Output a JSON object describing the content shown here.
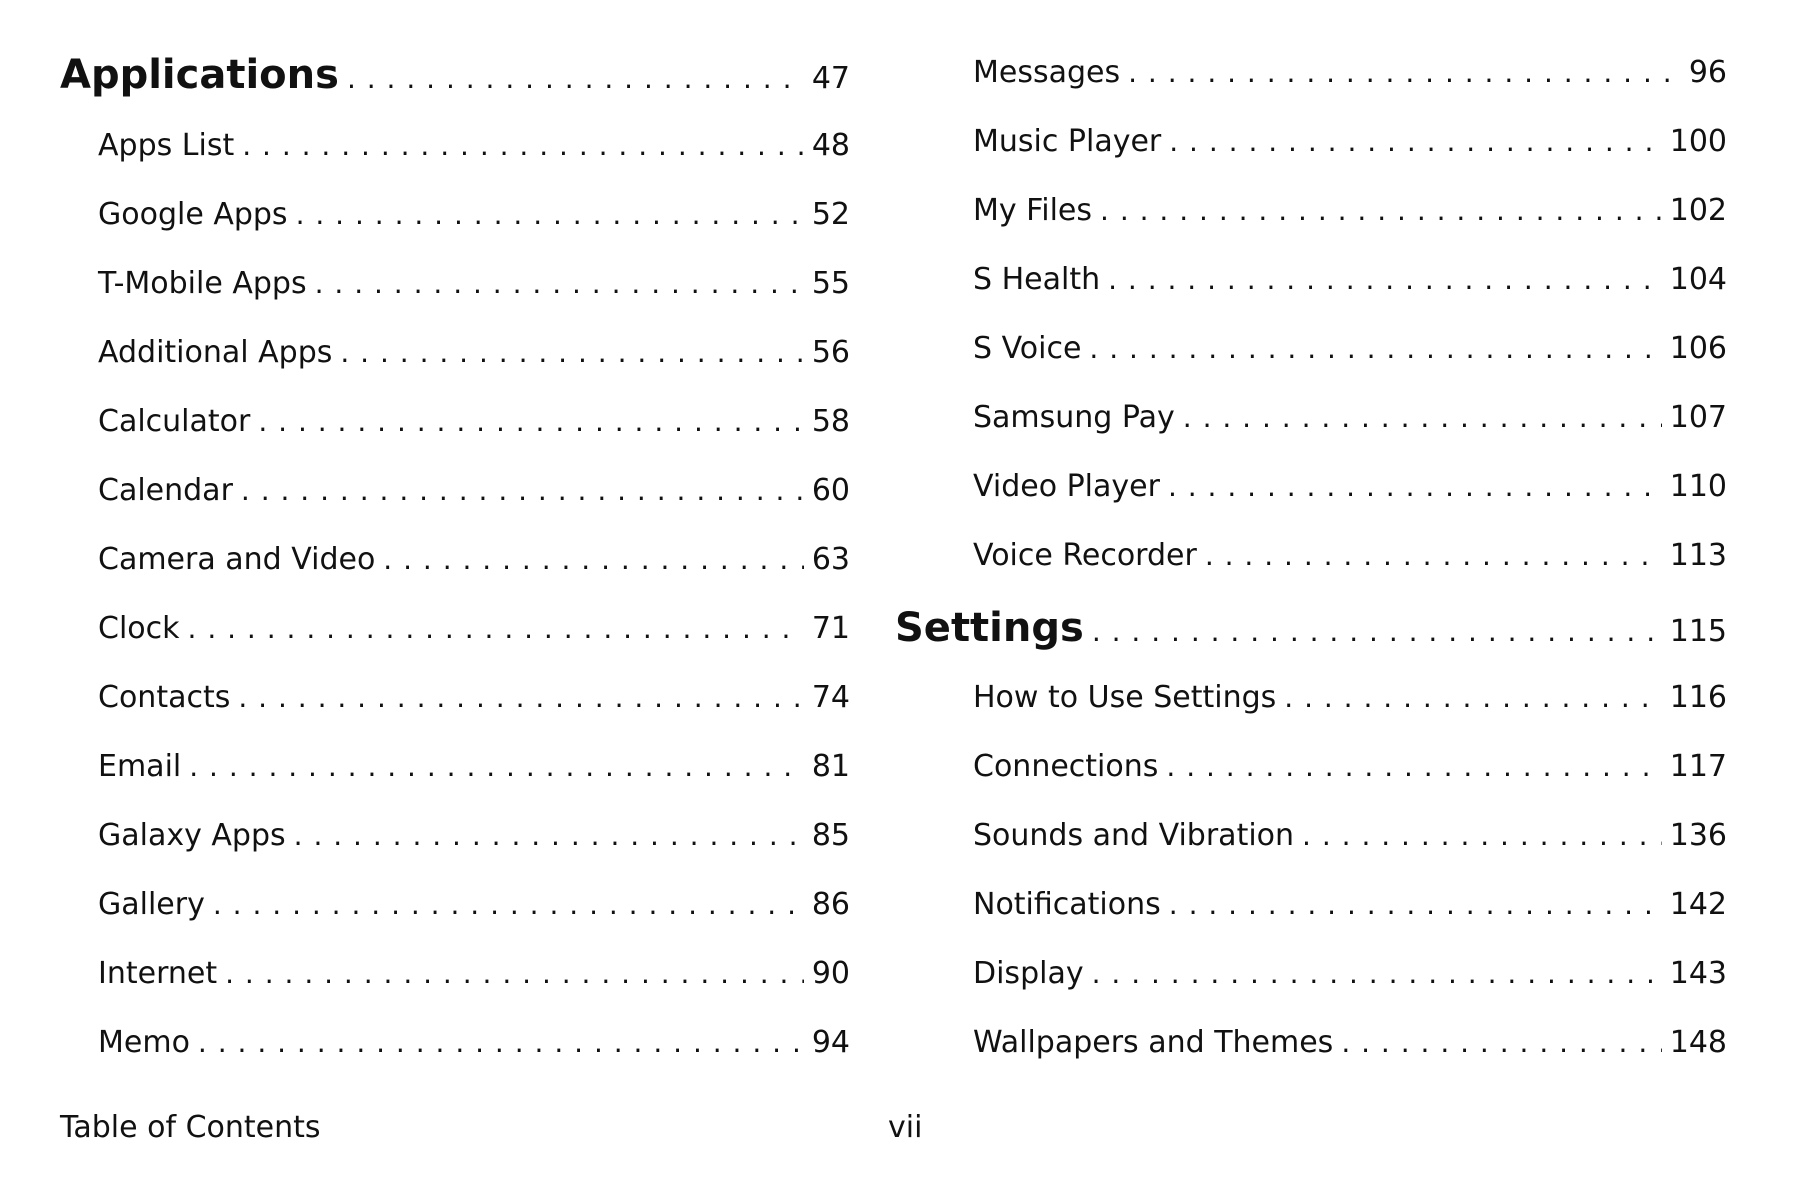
{
  "left_column": {
    "heading": {
      "label": "Applications",
      "page": "47"
    },
    "items": [
      {
        "label": "Apps List",
        "page": "48"
      },
      {
        "label": "Google Apps",
        "page": "52"
      },
      {
        "label": "T-Mobile Apps",
        "page": "55"
      },
      {
        "label": "Additional Apps",
        "page": "56"
      },
      {
        "label": "Calculator",
        "page": "58"
      },
      {
        "label": "Calendar",
        "page": "60"
      },
      {
        "label": "Camera and Video",
        "page": "63"
      },
      {
        "label": "Clock",
        "page": "71"
      },
      {
        "label": "Contacts",
        "page": "74"
      },
      {
        "label": "Email",
        "page": "81"
      },
      {
        "label": "Galaxy Apps",
        "page": "85"
      },
      {
        "label": "Gallery",
        "page": "86"
      },
      {
        "label": "Internet",
        "page": "90"
      },
      {
        "label": "Memo",
        "page": "94"
      }
    ]
  },
  "right_column": {
    "items_top": [
      {
        "label": "Messages",
        "page": "96"
      },
      {
        "label": "Music Player",
        "page": "100"
      },
      {
        "label": "My Files",
        "page": "102"
      },
      {
        "label": "S Health",
        "page": "104"
      },
      {
        "label": "S Voice",
        "page": "106"
      },
      {
        "label": "Samsung Pay",
        "page": "107"
      },
      {
        "label": "Video Player",
        "page": "110"
      },
      {
        "label": "Voice Recorder",
        "page": "113"
      }
    ],
    "heading": {
      "label": "Settings",
      "page": "115"
    },
    "items_bottom": [
      {
        "label": "How to Use Settings",
        "page": "116"
      },
      {
        "label": "Connections",
        "page": "117"
      },
      {
        "label": "Sounds and Vibration",
        "page": "136"
      },
      {
        "label": "Notifications",
        "page": "142"
      },
      {
        "label": "Display",
        "page": "143"
      },
      {
        "label": "Wallpapers and Themes",
        "page": "148"
      }
    ]
  },
  "footer": {
    "section_title": "Table of Contents",
    "page_number": "vii"
  }
}
